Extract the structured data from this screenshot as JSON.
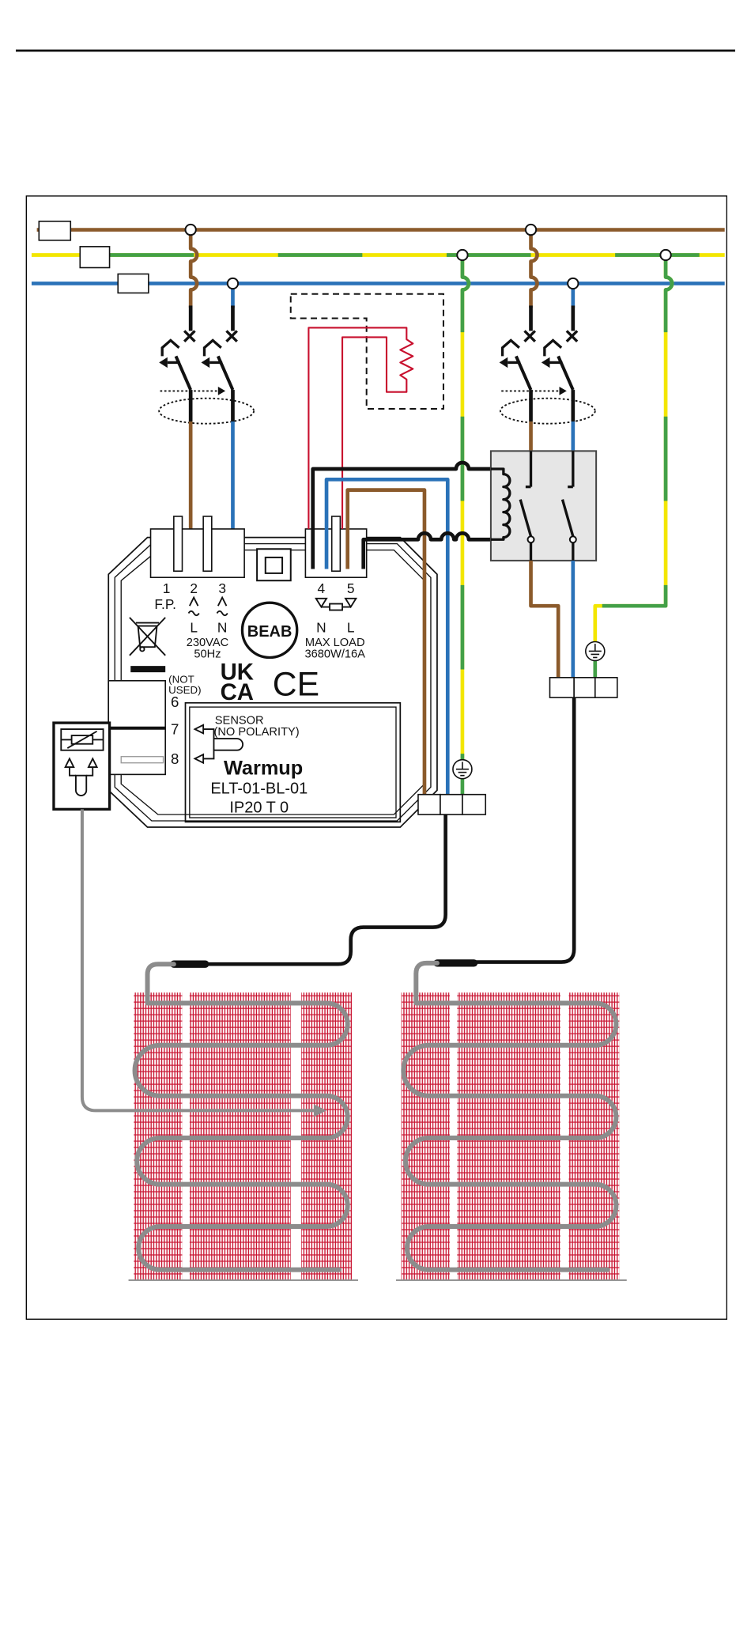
{
  "colors": {
    "live_brown": "#8b5a2b",
    "neutral_blue": "#2a72b8",
    "earth_green": "#43a047",
    "earth_yellow": "#f3e600",
    "heating_mat_red": "#c8102e",
    "cable_gray": "#8c8c8c",
    "contactor_fill": "#e6e6e6"
  },
  "icons": [
    "circuit-breaker-icon",
    "contactor-coil-icon",
    "earth-icon",
    "weee-crossed-bin-icon",
    "thermistor-icon",
    "floor-sensor-probe-icon",
    "resistor-icon"
  ],
  "thermostat": {
    "terminals": [
      {
        "number": "1",
        "label": "F.P."
      },
      {
        "number": "2",
        "label": "L"
      },
      {
        "number": "3",
        "label": "N"
      },
      {
        "number": "4",
        "label": "N"
      },
      {
        "number": "5",
        "label": "L"
      }
    ],
    "supply_rating": [
      "230VAC",
      "50Hz"
    ],
    "load_rating": [
      "MAX LOAD",
      "3680W/16A"
    ],
    "sensor_terminals": {
      "not_used_note": [
        "(NOT",
        "USED)"
      ],
      "numbers": [
        "6",
        "7",
        "8"
      ]
    },
    "approval_marks": {
      "beab": "BEAB",
      "ukca": [
        "UK",
        "CA"
      ],
      "ce": "CE"
    },
    "sensor_label": [
      "SENSOR",
      "(NO POLARITY)"
    ],
    "brand": "Warmup",
    "model": "ELT-01-BL-01",
    "rating": "IP20 T 0"
  }
}
